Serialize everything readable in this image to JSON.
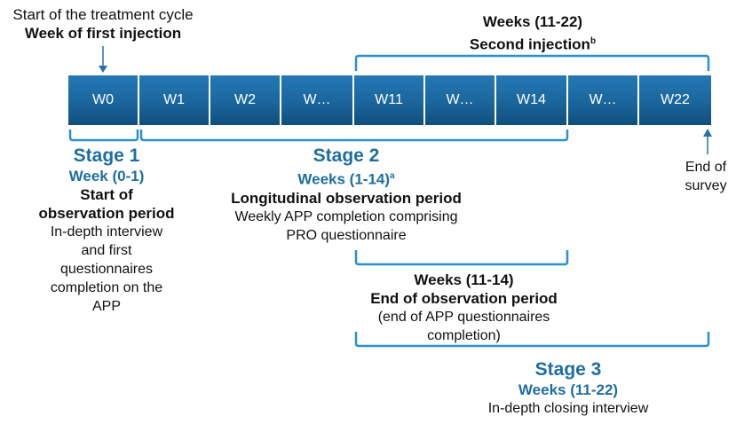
{
  "top_left": {
    "line1": "Start of the treatment cycle",
    "line2": "Week of first injection"
  },
  "top_right": {
    "line1": "Weeks (11-22)",
    "line2": "Second injection",
    "line2_sup": "b"
  },
  "weeks": [
    "W0",
    "W1",
    "W2",
    "W…",
    "W11",
    "W…",
    "W14",
    "W…",
    "W22"
  ],
  "stage1": {
    "title": "Stage 1",
    "weeks": "Week (0-1)",
    "heading": [
      "Start of",
      "observation period"
    ],
    "body": [
      "In-depth interview",
      "and first",
      "questionnaires",
      "completion on the",
      "APP"
    ]
  },
  "stage2": {
    "title": "Stage 2",
    "weeks": "Weeks (1-14)",
    "weeks_sup": "a",
    "heading": "Longitudinal observation period",
    "body": [
      "Weekly APP completion comprising",
      "PRO questionnaire"
    ]
  },
  "end_survey": [
    "End of",
    "survey"
  ],
  "weeks_11_14": {
    "line1": "Weeks (11-14)",
    "line2": "End of observation period",
    "body": [
      "(end of APP questionnaires",
      "completion)"
    ]
  },
  "stage3": {
    "title": "Stage 3",
    "weeks": "Weeks (11-22)",
    "body": "In-depth closing interview"
  },
  "colors": {
    "accent": "#1f6ea3",
    "bar": "#1a659c",
    "bracket": "#2b8fd0"
  }
}
